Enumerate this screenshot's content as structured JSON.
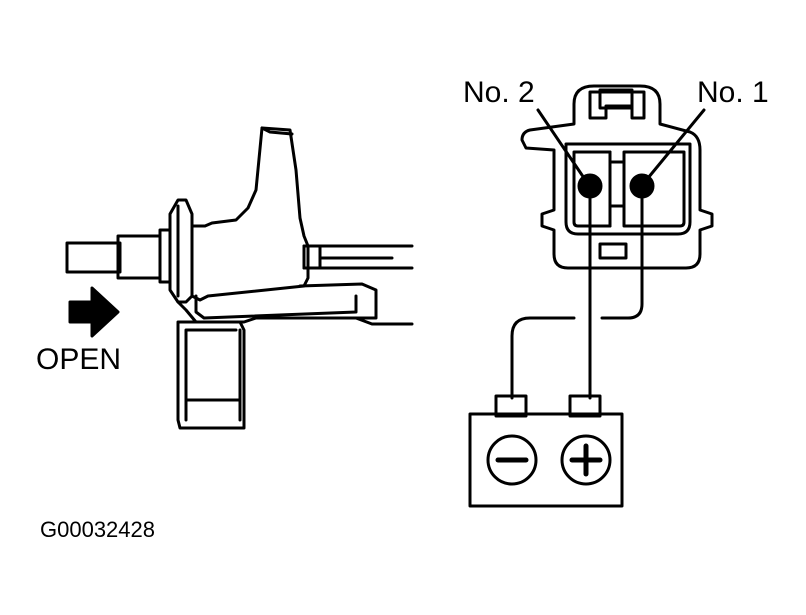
{
  "labels": {
    "open": "OPEN",
    "pin_no2": "No. 2",
    "pin_no1": "No. 1",
    "figure_code": "G00032428"
  },
  "battery": {
    "negative_symbol": "−",
    "positive_symbol": "+"
  },
  "colors": {
    "ink": "#000000",
    "paper": "#ffffff"
  }
}
